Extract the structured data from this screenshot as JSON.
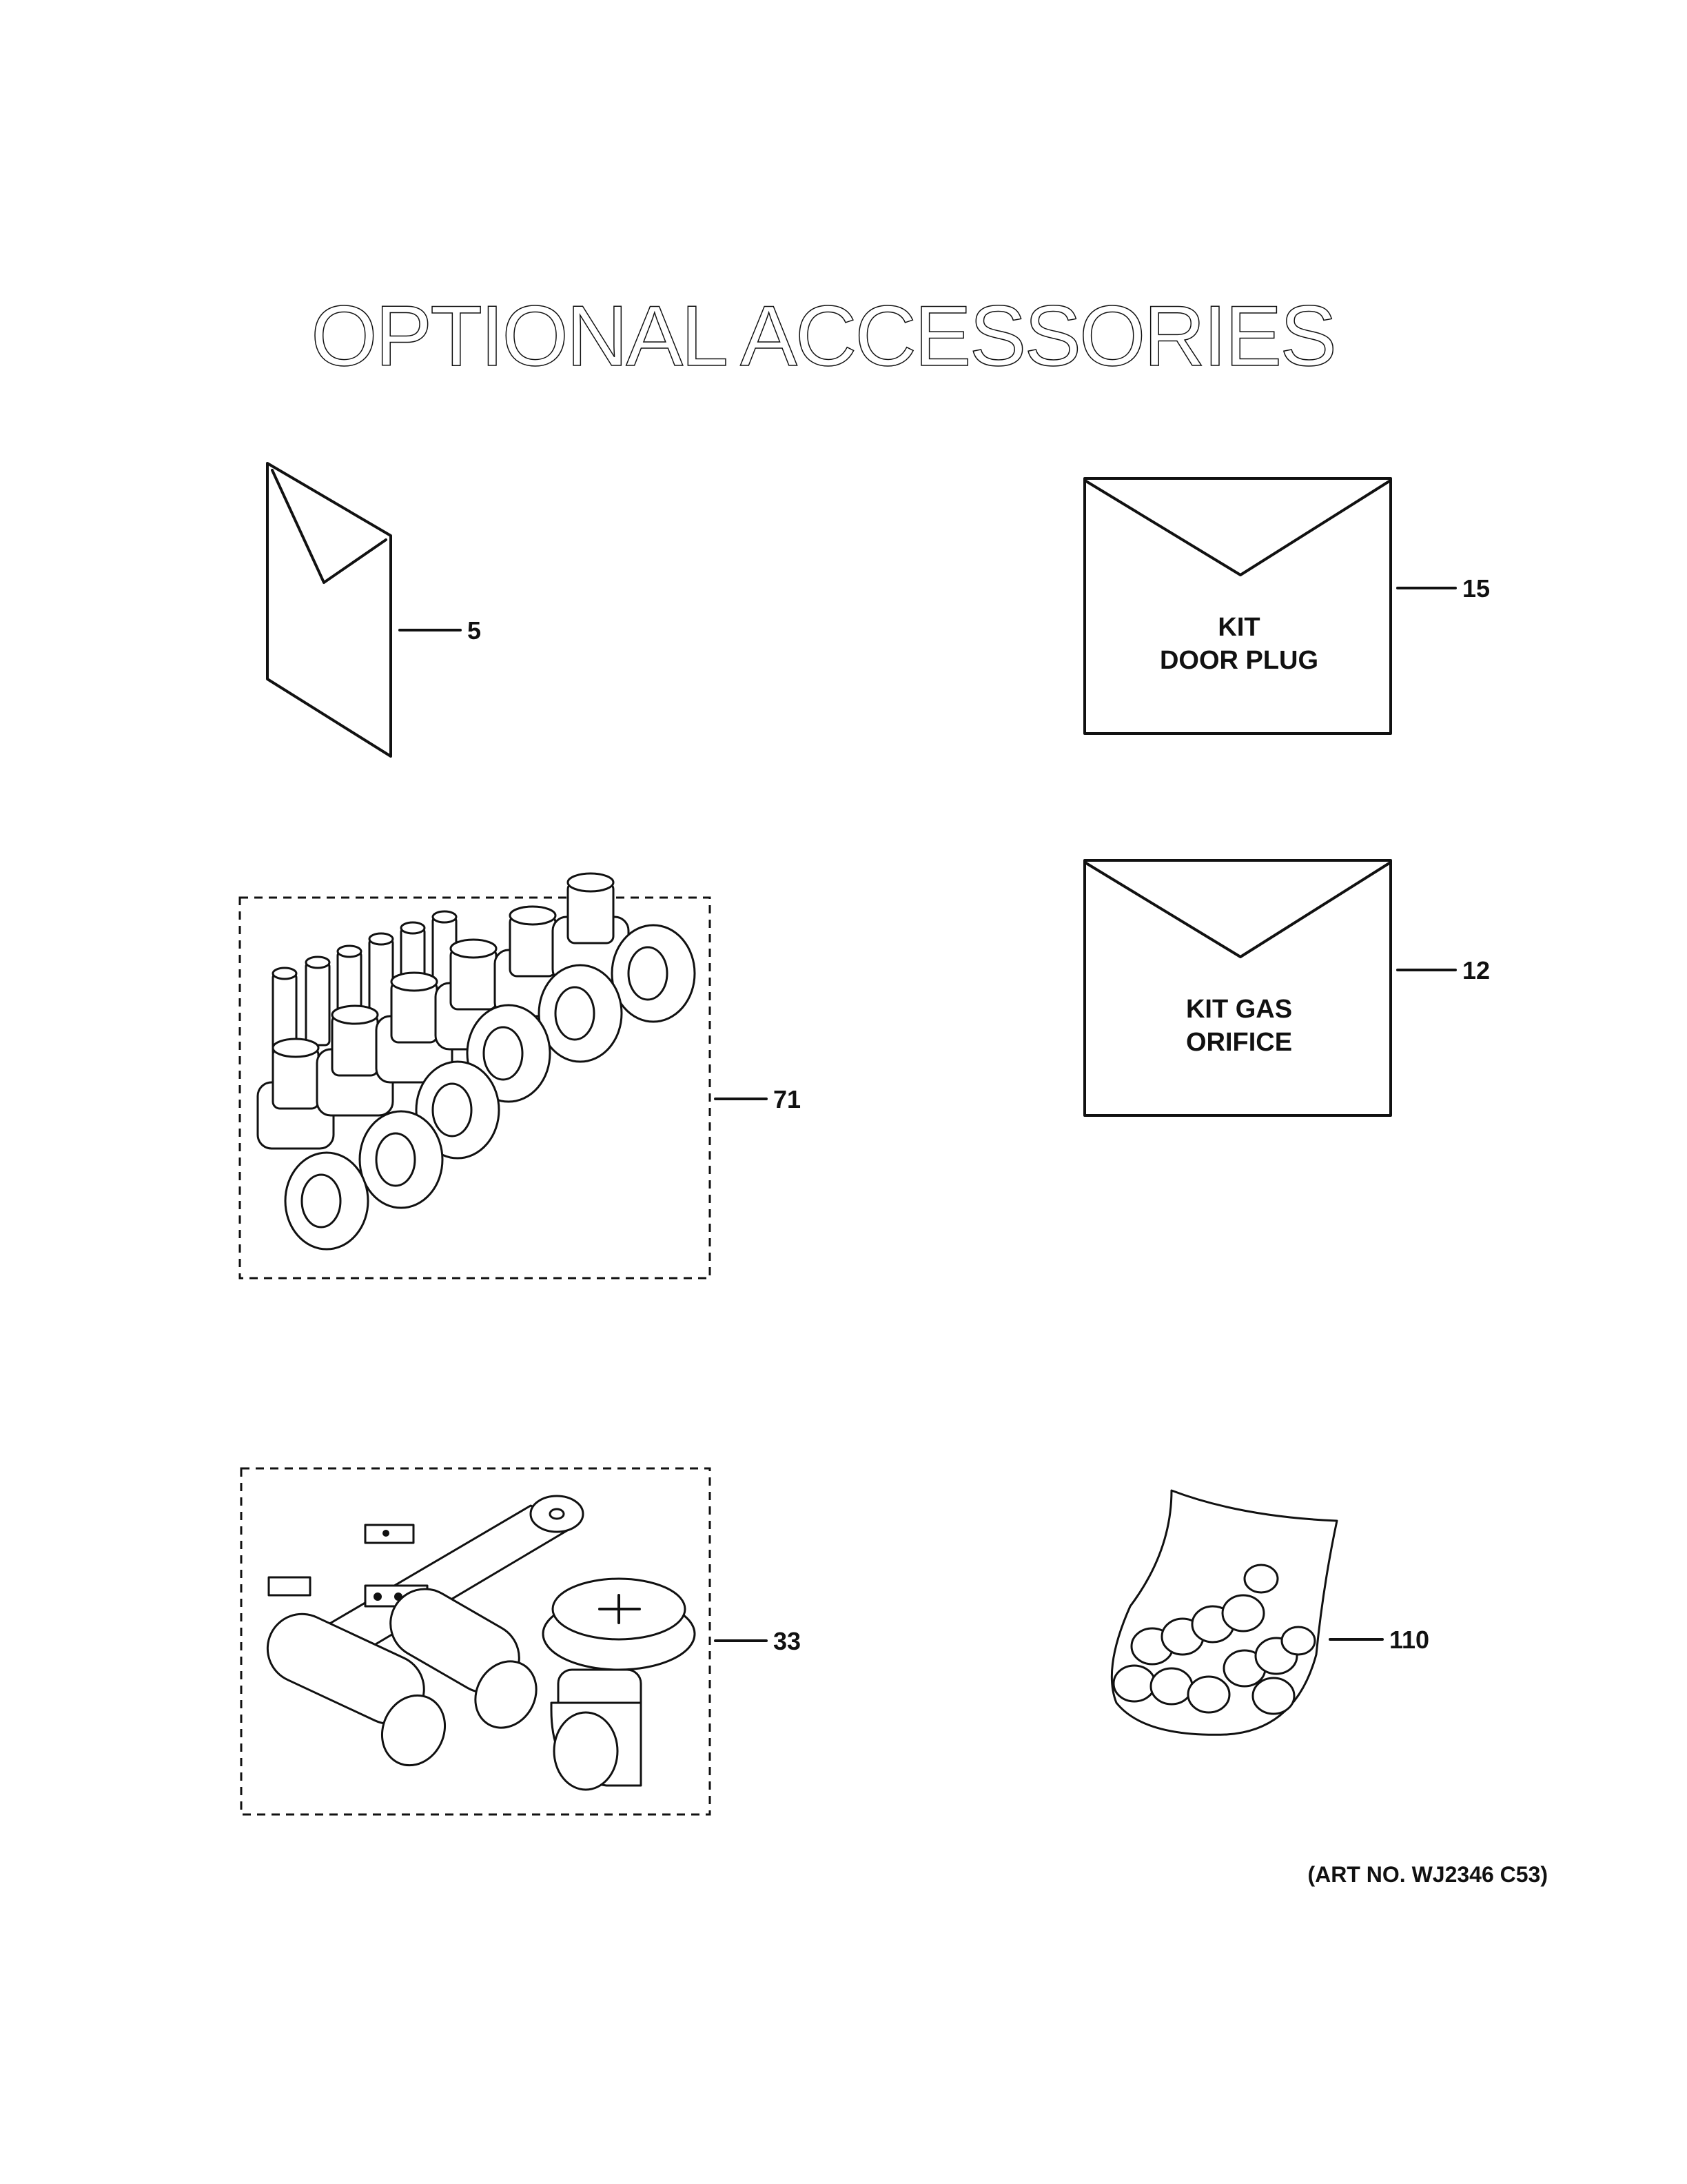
{
  "title": "OPTIONAL ACCESSORIES",
  "parts": [
    {
      "callout": "5",
      "icon": "folded-manual-icon"
    },
    {
      "callout": "15",
      "icon": "envelope-icon",
      "label_lines": [
        "KIT",
        "DOOR PLUG"
      ]
    },
    {
      "callout": "12",
      "icon": "envelope-icon",
      "label_lines": [
        "KIT GAS",
        "ORIFICE"
      ]
    },
    {
      "callout": "71",
      "icon": "leveling-legs-kit-icon"
    },
    {
      "callout": "33",
      "icon": "conversion-fittings-kit-icon"
    },
    {
      "callout": "110",
      "icon": "screw-bag-icon"
    }
  ],
  "art_number": "(ART NO. WJ2346 C53)"
}
